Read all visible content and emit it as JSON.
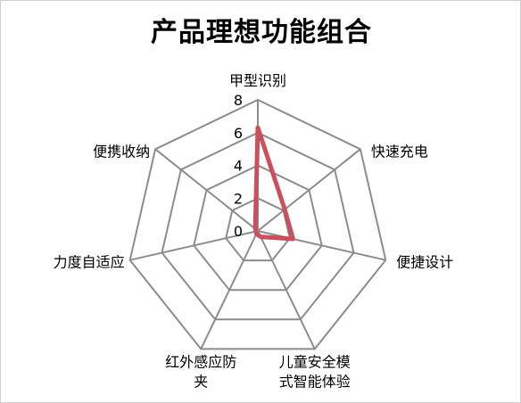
{
  "chart_data": {
    "type": "radar",
    "title": "产品理想功能组合",
    "axes": [
      [
        "甲型识别"
      ],
      [
        "快速充电"
      ],
      [
        "便捷设计"
      ],
      [
        "儿童安全模",
        "式智能体验"
      ],
      [
        "红外感应防",
        "夹"
      ],
      [
        "力度自适应"
      ],
      [
        "便携收纳"
      ]
    ],
    "series": [
      {
        "values": [
          6.3,
          2.1,
          2.2,
          0.4,
          0.2,
          0.1,
          0.2
        ],
        "color": "#c9505e"
      }
    ],
    "rlim": [
      0,
      8
    ],
    "ticks": [
      0,
      2,
      4,
      6,
      8
    ],
    "grid_color": "#8c8c8c"
  }
}
